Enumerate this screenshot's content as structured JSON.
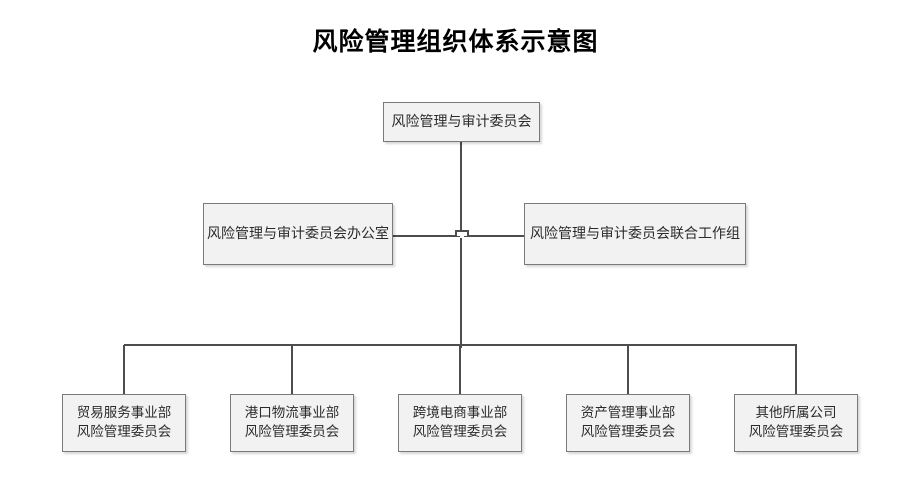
{
  "title": "风险管理组织体系示意图",
  "nodes": {
    "root": "风险管理与审计委员会",
    "office": "风险管理与审计委员会办公室",
    "joint": "风险管理与审计委员会联合工作组",
    "leaves": [
      "贸易服务事业部\n风险管理委员会",
      "港口物流事业部\n风险管理委员会",
      "跨境电商事业部\n风险管理委员会",
      "资产管理事业部\n风险管理委员会",
      "其他所属公司\n风险管理委员会"
    ]
  },
  "colors": {
    "box_fill": "#f2f2f2",
    "box_border": "#7a7a7a",
    "line": "#4d4d4d",
    "text": "#2b2b2b",
    "title_text": "#000000",
    "background": "#ffffff"
  }
}
